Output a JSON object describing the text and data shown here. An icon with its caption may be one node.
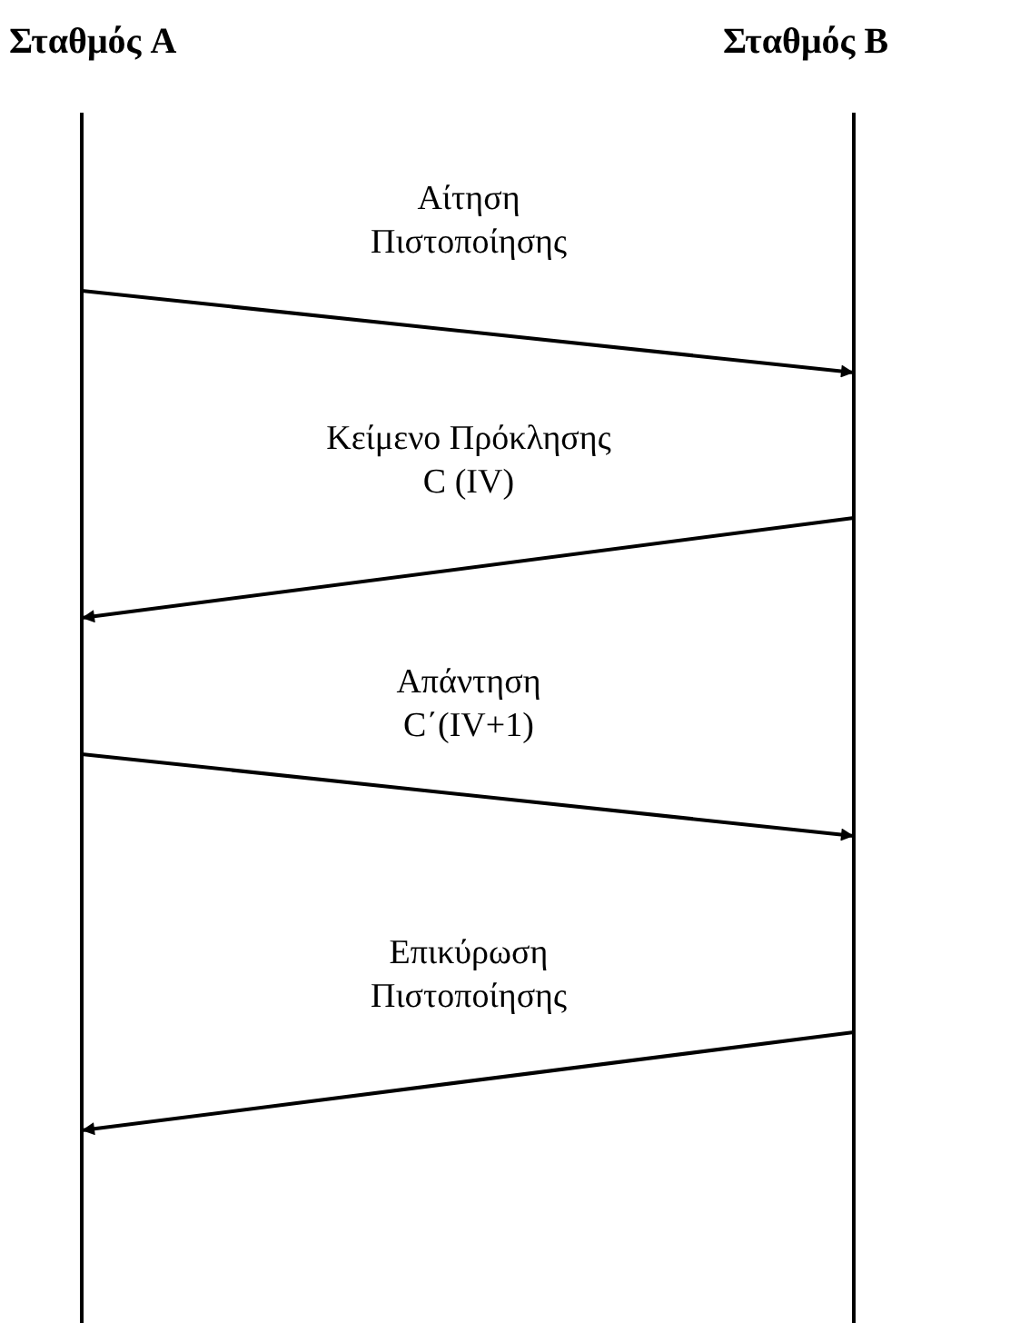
{
  "diagram": {
    "nodes": [
      {
        "text": [
          "Σταθμός A"
        ]
      },
      {
        "text": [
          "Σταθμός B"
        ]
      }
    ],
    "edges": [
      {
        "from": 0,
        "to": 1,
        "arrow": "to",
        "label": "Αίτηση Πιστοποίησης"
      },
      {
        "from": 1,
        "to": 0,
        "arrow": "to",
        "label": "Κείμενο Πρόκλησης C (IV)"
      },
      {
        "from": 0,
        "to": 1,
        "arrow": "to",
        "label": "Απάντηση C΄(IV+1)"
      },
      {
        "from": 1,
        "to": 0,
        "arrow": "to",
        "label": "Επικύρωση Πιστοποίησης"
      }
    ]
  }
}
